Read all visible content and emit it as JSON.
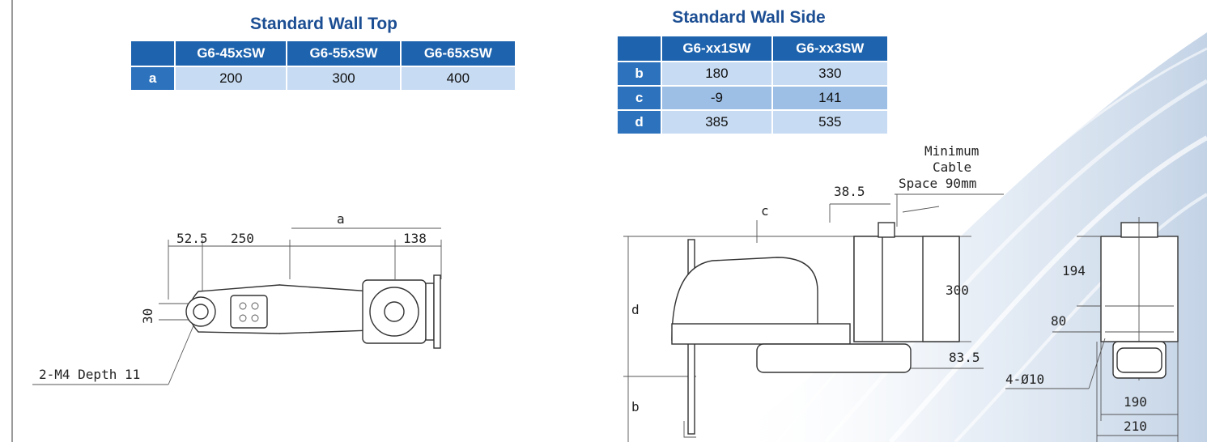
{
  "top_table": {
    "title": "Standard Wall Top",
    "columns": [
      "G6-45xSW",
      "G6-55xSW",
      "G6-65xSW"
    ],
    "rows": [
      {
        "label": "a",
        "values": [
          "200",
          "300",
          "400"
        ]
      }
    ]
  },
  "side_table": {
    "title": "Standard Wall Side",
    "columns": [
      "G6-xx1SW",
      "G6-xx3SW"
    ],
    "rows": [
      {
        "label": "b",
        "values": [
          "180",
          "330"
        ]
      },
      {
        "label": "c",
        "values": [
          "-9",
          "141"
        ]
      },
      {
        "label": "d",
        "values": [
          "385",
          "535"
        ]
      }
    ]
  },
  "top_view": {
    "dim_a": "a",
    "dim_52": "52.5",
    "dim_250": "250",
    "dim_138": "138",
    "dim_30": "30",
    "note_mount": "2-M4 Depth 11"
  },
  "side_view": {
    "cable_line1": "Minimum",
    "cable_line2": "Cable",
    "cable_line3": "Space 90mm",
    "dim_385": "38.5",
    "dim_c": "c",
    "dim_d": "d",
    "dim_b": "b",
    "dim_300": "300",
    "dim_835": "83.5"
  },
  "end_view": {
    "dim_194": "194",
    "dim_80": "80",
    "note_holes": "4-Ø10",
    "dim_190": "190",
    "dim_210": "210"
  }
}
